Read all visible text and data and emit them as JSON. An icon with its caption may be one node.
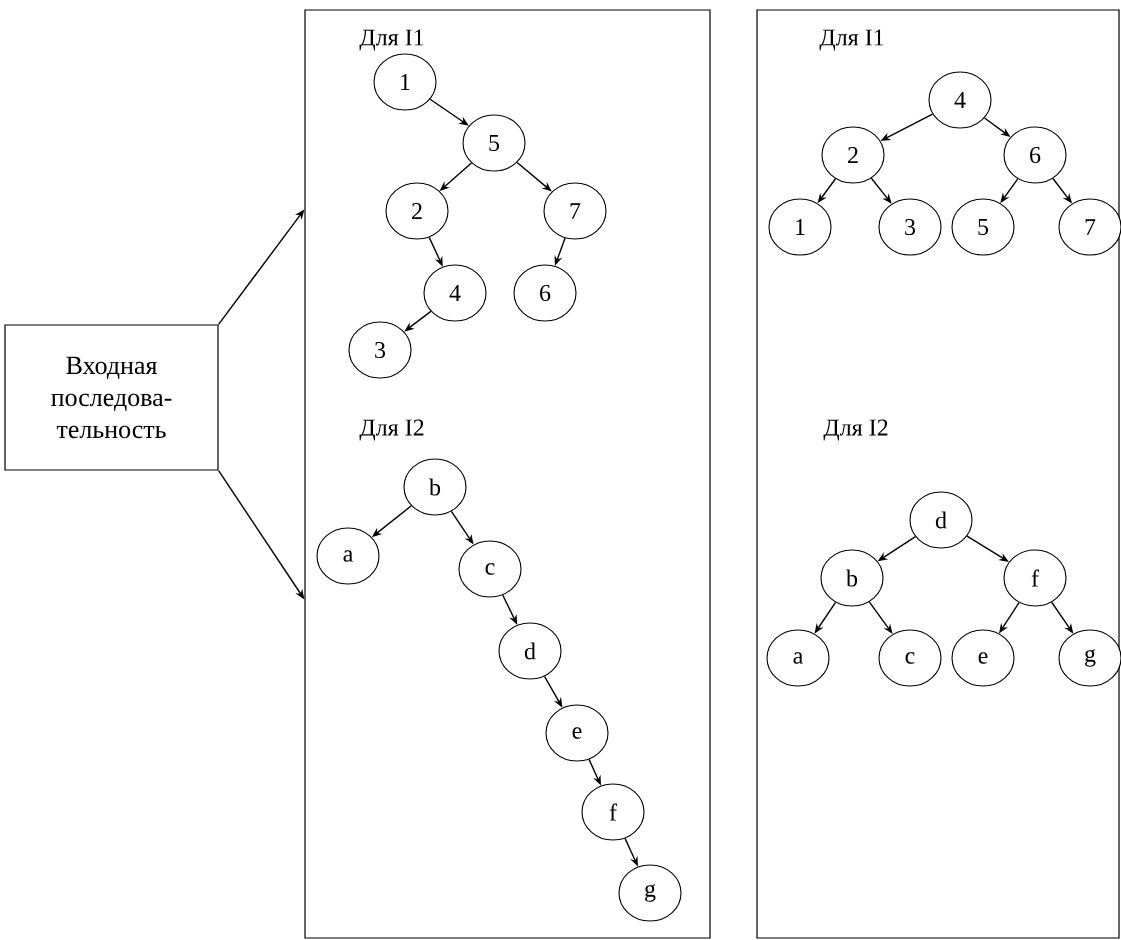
{
  "diagram": {
    "nodes": [
      {
        "text": [
          "Входная последова- тельность"
        ]
      },
      {
        "text": [],
        "shape": "box"
      },
      {
        "text": [
          "1"
        ],
        "in": 1
      },
      {
        "text": [
          "5"
        ],
        "in": 1
      },
      {
        "text": [
          "2"
        ],
        "in": 1
      },
      {
        "text": [
          "7"
        ],
        "in": 1
      },
      {
        "text": [
          "4"
        ],
        "in": 1
      },
      {
        "text": [
          "6"
        ],
        "in": 1
      },
      {
        "text": [
          "3"
        ],
        "in": 1
      },
      {
        "text": [
          "b"
        ],
        "in": 1
      },
      {
        "text": [
          "a"
        ],
        "in": 1
      },
      {
        "text": [
          "c"
        ],
        "in": 1
      },
      {
        "text": [
          "d"
        ],
        "in": 1
      },
      {
        "text": [
          "e"
        ],
        "in": 1
      },
      {
        "text": [
          "f"
        ],
        "in": 1
      },
      {
        "text": [
          "g"
        ],
        "in": 1
      },
      {
        "text": [],
        "shape": "box"
      },
      {
        "text": [
          "4"
        ],
        "in": 16
      },
      {
        "text": [
          "2"
        ],
        "in": 16
      },
      {
        "text": [
          "6"
        ],
        "in": 16
      },
      {
        "text": [
          "1"
        ],
        "in": 16
      },
      {
        "text": [
          "3"
        ],
        "in": 16
      },
      {
        "text": [
          "5"
        ],
        "in": 16
      },
      {
        "text": [
          "7"
        ],
        "in": 16
      },
      {
        "text": [
          "d"
        ],
        "in": 16
      },
      {
        "text": [
          "b"
        ],
        "in": 16
      },
      {
        "text": [
          "f"
        ],
        "in": 16
      },
      {
        "text": [
          "a"
        ],
        "in": 16
      },
      {
        "text": [
          "c"
        ],
        "in": 16
      },
      {
        "text": [
          "e"
        ],
        "in": 16
      },
      {
        "text": [
          "g"
        ],
        "in": 16
      }
    ],
    "edges": [
      {
        "from": 0,
        "to": 1,
        "arrow": "to"
      },
      {
        "from": 0,
        "to": 1,
        "arrow": "to"
      },
      {
        "from": 2,
        "to": 3,
        "arrow": "to"
      },
      {
        "from": 3,
        "to": 4,
        "arrow": "to"
      },
      {
        "from": 3,
        "to": 5,
        "arrow": "to"
      },
      {
        "from": 4,
        "to": 6,
        "arrow": "to"
      },
      {
        "from": 5,
        "to": 7,
        "arrow": "to"
      },
      {
        "from": 6,
        "to": 8,
        "arrow": "to"
      },
      {
        "from": 9,
        "to": 10,
        "arrow": "to"
      },
      {
        "from": 9,
        "to": 11,
        "arrow": "to"
      },
      {
        "from": 11,
        "to": 12,
        "arrow": "to"
      },
      {
        "from": 12,
        "to": 13,
        "arrow": "to"
      },
      {
        "from": 13,
        "to": 14,
        "arrow": "to"
      },
      {
        "from": 14,
        "to": 15,
        "arrow": "to"
      },
      {
        "from": 17,
        "to": 18,
        "arrow": "to"
      },
      {
        "from": 17,
        "to": 19,
        "arrow": "to"
      },
      {
        "from": 18,
        "to": 20,
        "arrow": "to"
      },
      {
        "from": 18,
        "to": 21,
        "arrow": "to"
      },
      {
        "from": 19,
        "to": 22,
        "arrow": "to"
      },
      {
        "from": 19,
        "to": 23,
        "arrow": "to"
      },
      {
        "from": 24,
        "to": 25,
        "arrow": "to"
      },
      {
        "from": 24,
        "to": 26,
        "arrow": "to"
      },
      {
        "from": 25,
        "to": 27,
        "arrow": "to"
      },
      {
        "from": 25,
        "to": 28,
        "arrow": "to"
      },
      {
        "from": 26,
        "to": 29,
        "arrow": "to"
      },
      {
        "from": 26,
        "to": 30,
        "arrow": "to"
      }
    ],
    "labels": [
      "Для I1",
      "Для I2",
      "Для I1",
      "Для I2"
    ]
  }
}
